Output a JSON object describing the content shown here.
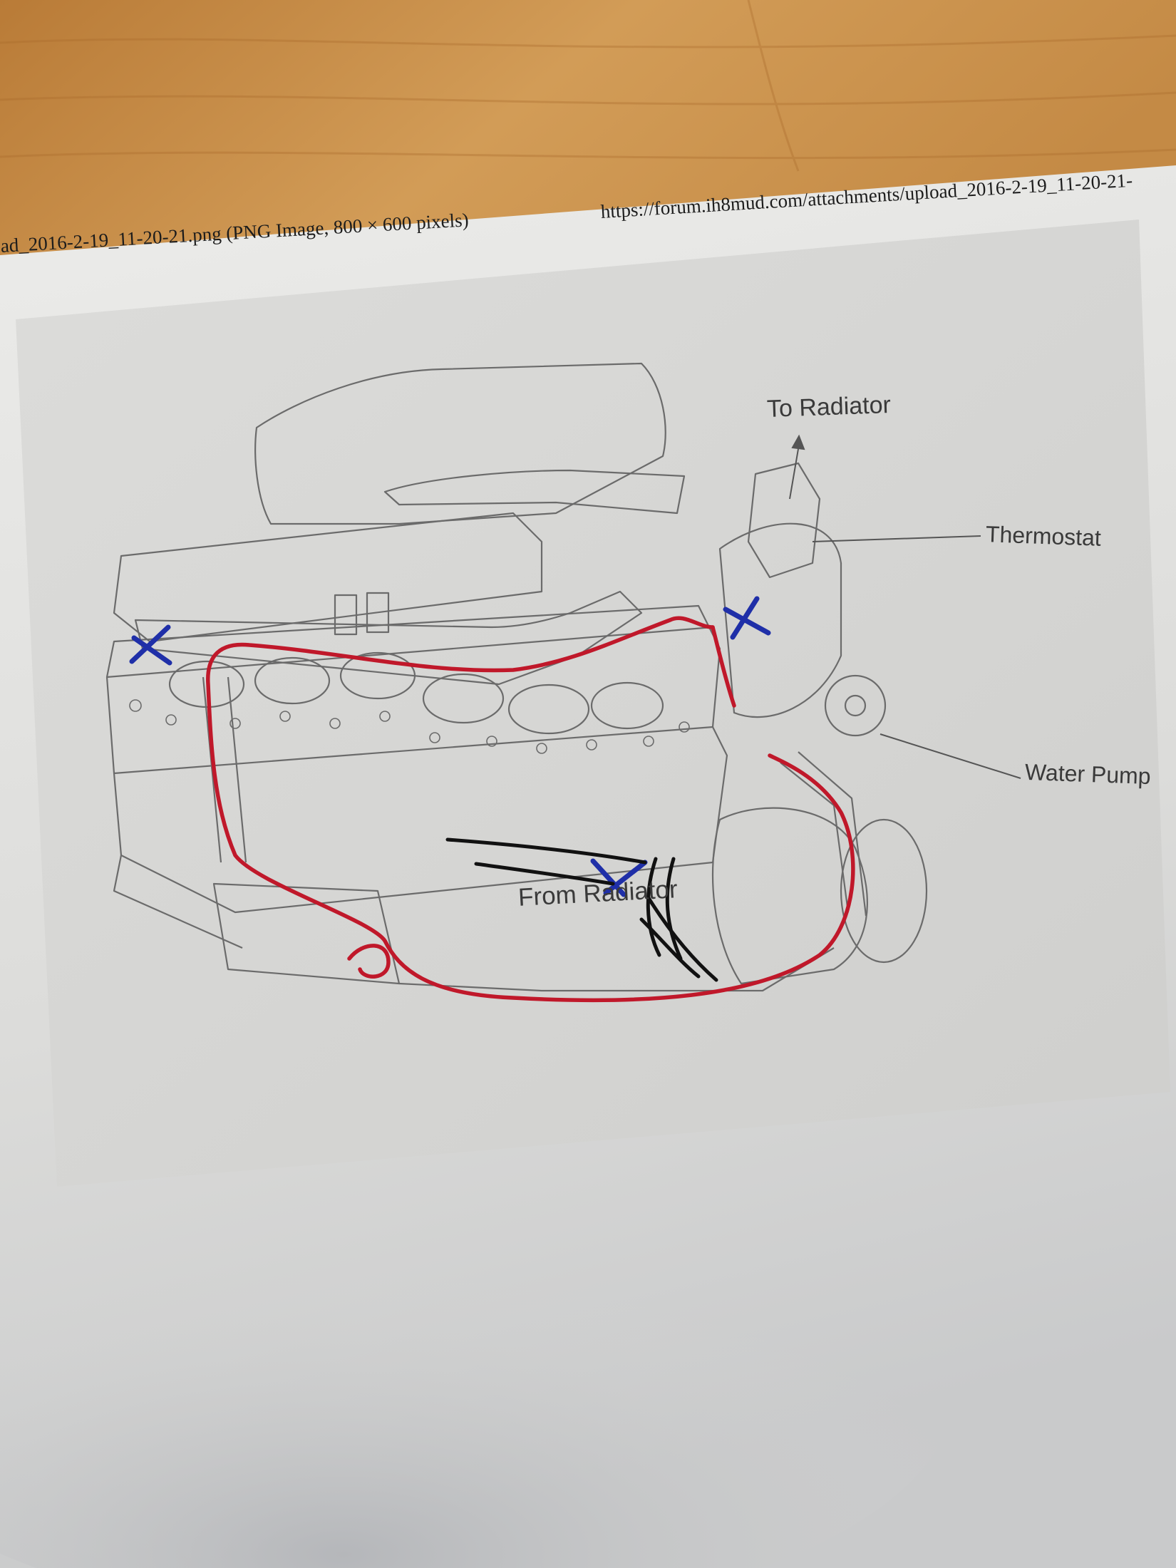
{
  "header": {
    "left_text": "ad_2016-2-19_11-20-21.png (PNG Image, 800 × 600 pixels)",
    "right_text": "https://forum.ih8mud.com/attachments/upload_2016-2-19_11-20-21-"
  },
  "labels": {
    "to_radiator": "To Radiator",
    "thermostat": "Thermostat",
    "water_pump": "Water Pump",
    "from_radiator": "From Radiator"
  },
  "colors": {
    "wood": "#c9924c",
    "paper": "#e6e6e4",
    "diagram_bg": "#d9d8d6",
    "line_art": "#6b6b6b",
    "red_marker": "#c0182a",
    "blue_marker": "#1f2fa8",
    "black_marker": "#111111"
  }
}
